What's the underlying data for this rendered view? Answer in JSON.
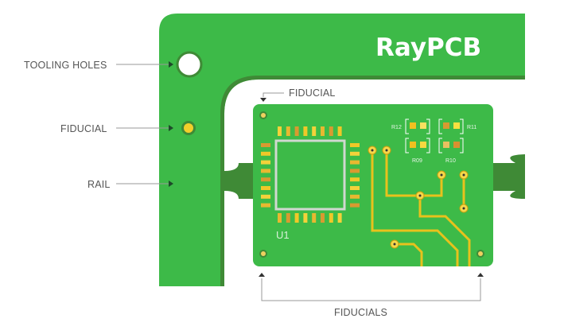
{
  "brand": "RayPCB",
  "labels": {
    "tooling_holes": "TOOLING HOLES",
    "fiducial_left": "FIDUCIAL",
    "rail": "RAIL",
    "fiducial_top": "FIDUCIAL",
    "fiducials_bottom": "FIDUCIALS"
  },
  "components": {
    "u1": "U1",
    "r12": "R12",
    "r11": "R11",
    "r09": "R09",
    "r10": "R10"
  },
  "colors": {
    "board_green": "#3dba48",
    "rail_dark": "#3f8a36",
    "gold": "#e8c21c",
    "label_gray": "#555555"
  }
}
